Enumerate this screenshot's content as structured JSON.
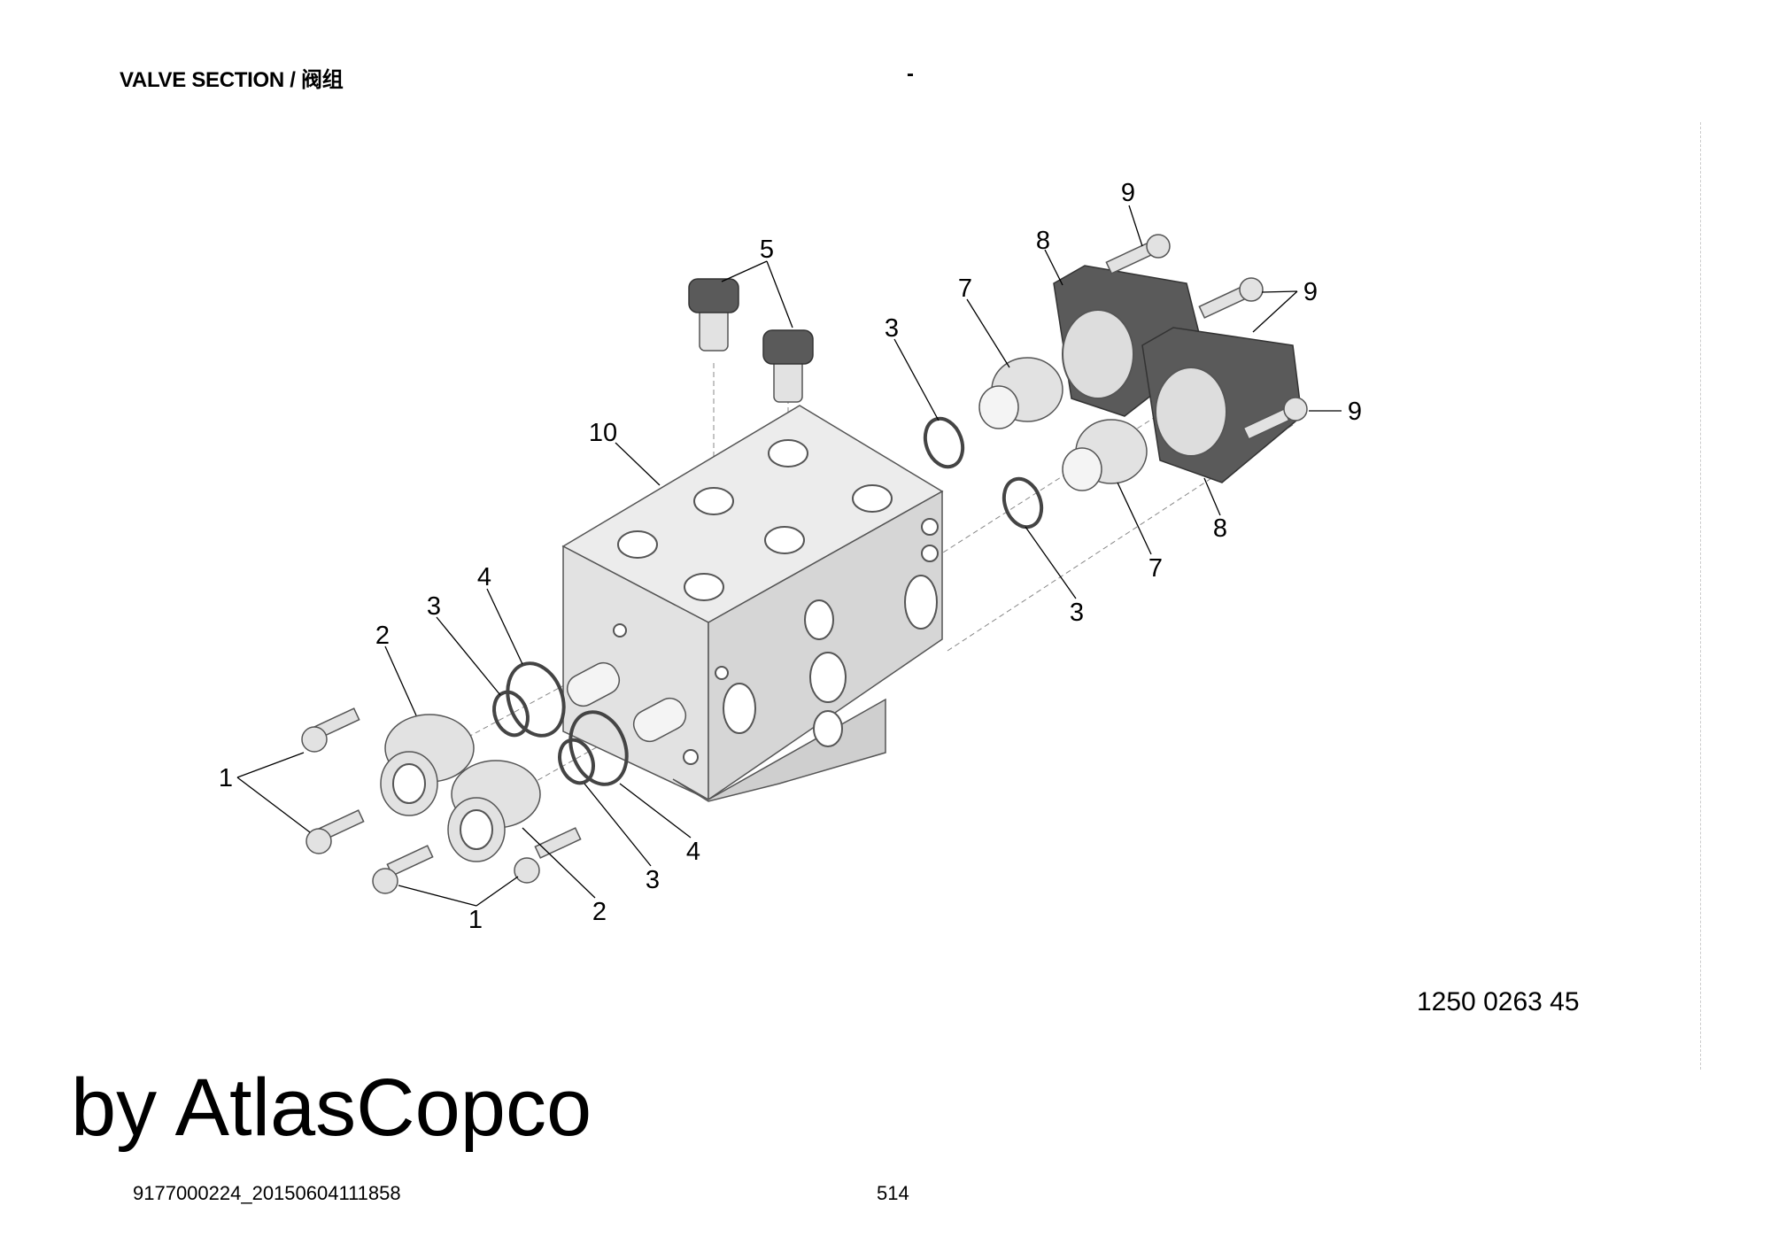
{
  "header": {
    "title": "VALVE SECTION / 阀组",
    "separator": "-"
  },
  "diagram": {
    "part_number": "1250 0263 45",
    "callouts": {
      "c1a": "1",
      "c1b": "1",
      "c2a": "2",
      "c2b": "2",
      "c3a": "3",
      "c3b": "3",
      "c3c": "3",
      "c3d": "3",
      "c4a": "4",
      "c4b": "4",
      "c5": "5",
      "c7a": "7",
      "c7b": "7",
      "c8a": "8",
      "c8b": "8",
      "c9a": "9",
      "c9b": "9",
      "c9c": "9",
      "c10": "10"
    }
  },
  "footer": {
    "doc_code": "9177000224_20150604111858",
    "page_number": "514",
    "watermark": "by AtlasCopco"
  }
}
